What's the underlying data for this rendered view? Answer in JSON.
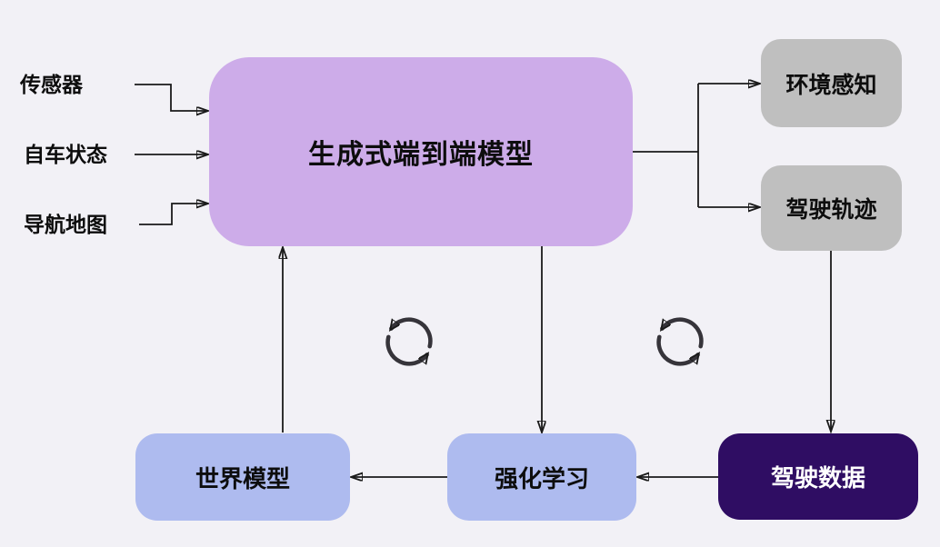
{
  "diagram": {
    "title_none": "",
    "inputs": [
      {
        "id": "sensor",
        "label": "传感器"
      },
      {
        "id": "ego-state",
        "label": "自车状态"
      },
      {
        "id": "nav-map",
        "label": "导航地图"
      }
    ],
    "main_box": {
      "label": "生成式端到端模型"
    },
    "outputs": [
      {
        "id": "environment-perception",
        "label": "环境感知"
      },
      {
        "id": "driving-trajectory",
        "label": "驾驶轨迹"
      }
    ],
    "bottom_boxes": [
      {
        "id": "world-model",
        "label": "世界模型"
      },
      {
        "id": "reinforcement-learning",
        "label": "强化学习"
      },
      {
        "id": "driving-data",
        "label": "驾驶数据"
      }
    ],
    "icons": [
      {
        "name": "cycle-arrows-icon",
        "meaning": "iterative loop"
      },
      {
        "name": "cycle-arrows-icon",
        "meaning": "iterative loop"
      }
    ],
    "colors": {
      "background": "#f2f1f6",
      "main_box": "#cdace9",
      "output_box": "#bfbfbf",
      "loop_box": "#aebbef",
      "data_box": "#2f0d63",
      "data_box_text": "#ffffff",
      "connector": "#1a1a1a",
      "cycle_icon": "#36343a"
    }
  }
}
